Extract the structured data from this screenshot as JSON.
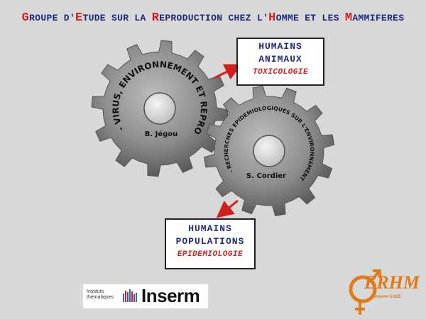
{
  "title": {
    "c1": "G",
    "w1": "ROUPE D'",
    "c2": "E",
    "w2": "TUDE SUR LA ",
    "c3": "R",
    "w3": "EPRODUCTION CHEZ L'",
    "c4": "H",
    "w4": "OMME ET LES ",
    "c5": "M",
    "w5": "AMMIFERES"
  },
  "gear_left": {
    "arc_text": "- VIRUS, ENVIRONNEMENT ET REPRODUCTION",
    "name": "B. Jégou"
  },
  "gear_right": {
    "arc_text": "- RECHERCHES EPIDEMIOLOGIQUES SUR L'ENVIRONNEMENT ET LA REPRODUCTION",
    "name": "S. Cordier"
  },
  "box_top": {
    "line1": "HUMAINS",
    "line2": "ANIMAUX",
    "line3": "TOXICOLOGIE"
  },
  "box_bottom": {
    "line1": "HUMAINS",
    "line2": "POPULATIONS",
    "line3": "EPIDEMIOLOGIE"
  },
  "logo_inserm": {
    "small1": "Instituts",
    "small2": "thématiques",
    "word": "Inserm"
  },
  "logo_gerhm": {
    "word": "ERHM",
    "sub": "Inserm U.625"
  },
  "colors": {
    "accent_red": "#d31e1e",
    "title_blue": "#1f2a7a",
    "gear_gray": "#888888",
    "logo_orange": "#e07b1a"
  }
}
